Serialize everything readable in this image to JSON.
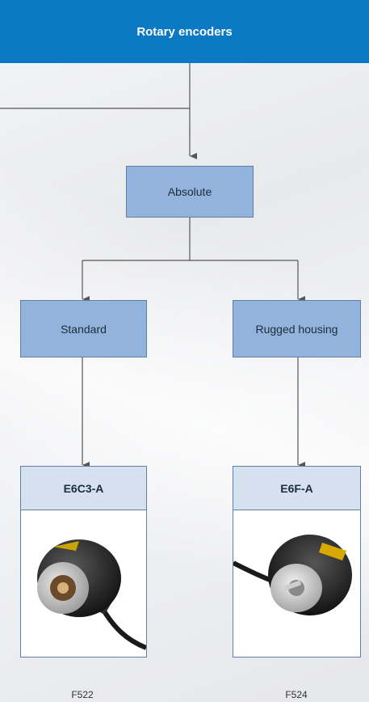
{
  "header": {
    "title": "Rotary encoders"
  },
  "nodes": {
    "absolute": "Absolute",
    "standard": "Standard",
    "rugged": "Rugged housing"
  },
  "products": [
    {
      "name": "E6C3-A",
      "page_ref": "F522",
      "image": "encoder-with-cable-photo"
    },
    {
      "name": "E6F-A",
      "page_ref": "F524",
      "image": "encoder-with-shaft-photo"
    }
  ],
  "colors": {
    "header_bg": "#0a78c2",
    "node_fill": "#92b4dc",
    "card_title_fill": "#d5e1ef",
    "border": "#5f7fa6"
  }
}
